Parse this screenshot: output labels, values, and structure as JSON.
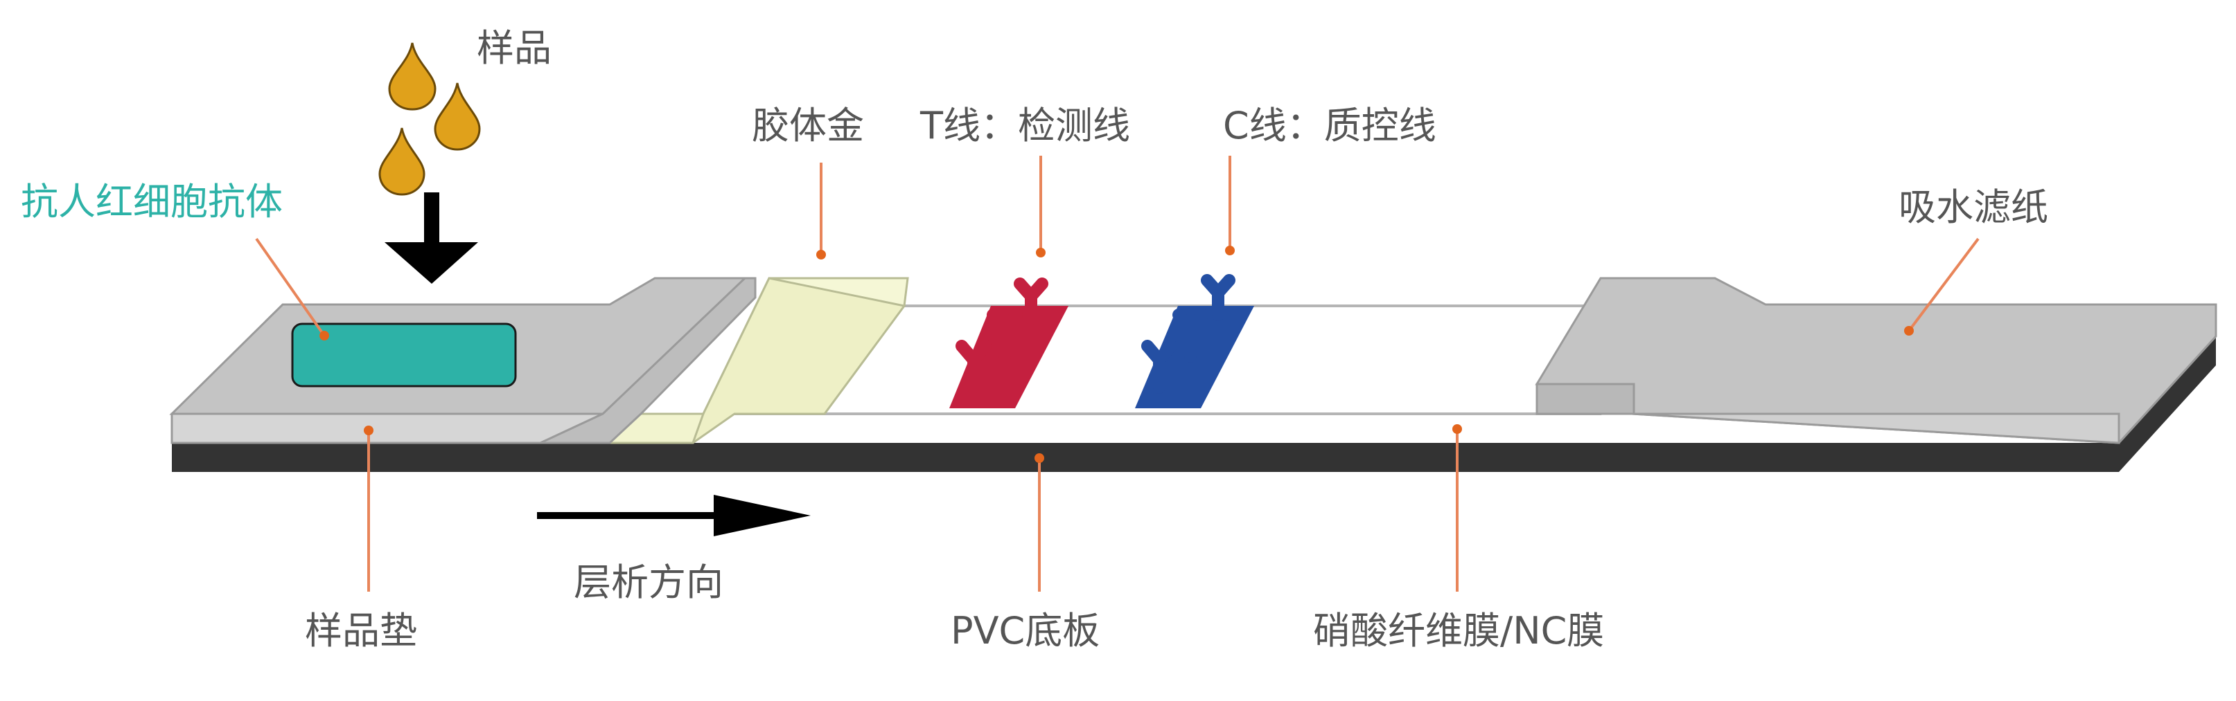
{
  "labels": {
    "sample": "样品",
    "antibody": "抗人红细胞抗体",
    "colloidal_gold": "胶体金",
    "t_line": "T线：检测线",
    "c_line": "C线：质控线",
    "absorbent_paper": "吸水滤纸",
    "flow_direction": "层析方向",
    "sample_pad": "样品垫",
    "pvc_backing": "PVC底板",
    "nc_membrane": "硝酸纤维膜/NC膜"
  },
  "colors": {
    "label_text": "#555555",
    "antibody_text": "#2db2a7",
    "leader_line": "#e8855a",
    "leader_dot": "#e3651d",
    "pad_top": "#c4c4c4",
    "pad_front": "#d6d6d6",
    "backing": "#333333",
    "gold_pad": "#f5f7d6",
    "antibody_block": "#2db2a7",
    "t_line": "#c4203f",
    "c_line": "#244fa3",
    "droplet": "#e0a11b",
    "arrow": "#000000"
  }
}
